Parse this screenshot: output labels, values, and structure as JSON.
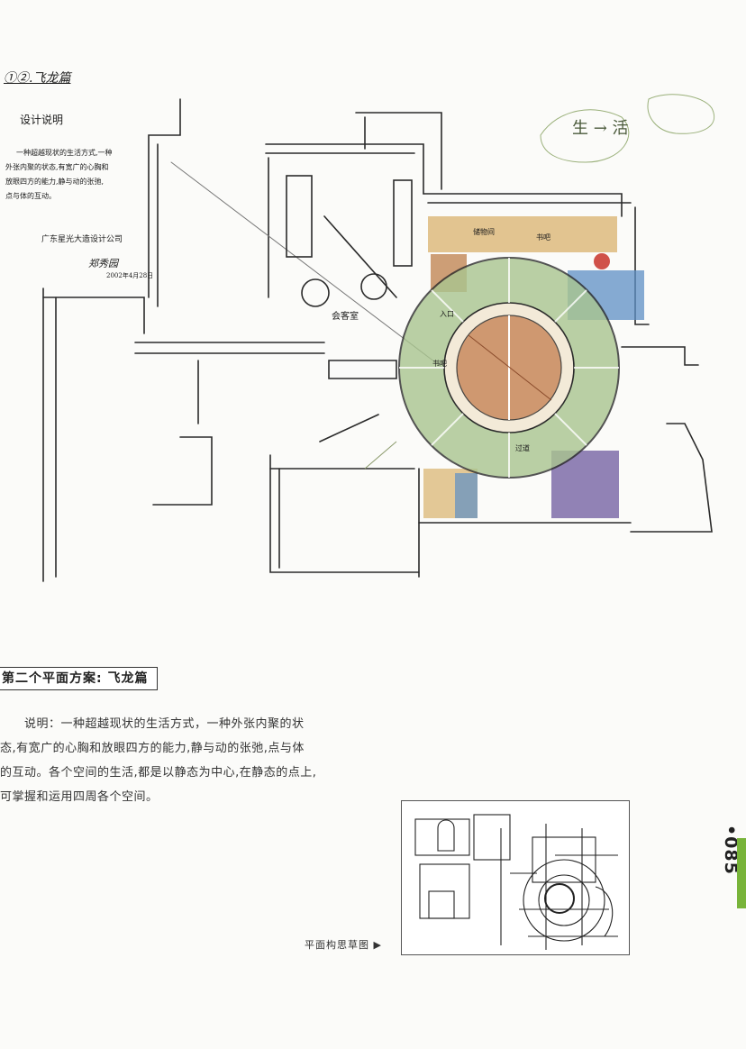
{
  "sketch": {
    "heading": "①②.飞龙篇",
    "notes_title": "设计说明",
    "notes_lines": [
      "一种超越现状的生活方式,一种",
      "外张内聚的状态,有宽广的心胸和",
      "放眼四方的能力,静与动的张弛,",
      "点与体的互动。"
    ],
    "author": "广东星光大造设计公司",
    "signature": "郑秀园",
    "date": "2002年4月28日",
    "corner_note": "生 → 活",
    "rooms": {
      "living": "会客室",
      "study": "书吧",
      "entry": "入口",
      "bar": "书吧",
      "storage": "储物间",
      "corridor": "过道"
    },
    "colors": {
      "ring": "#a9c58f",
      "core": "#c98a5f",
      "ochre": "#d9b26c",
      "blue": "#5d8fc4",
      "purple": "#6e5a9e"
    }
  },
  "section": {
    "title": "第二个平面方案: 飞龙篇",
    "description_lines": [
      "说明：一种超越现状的生活方式，一种外张内聚的状",
      "态,有宽广的心胸和放眼四方的能力,静与动的张弛,点与体",
      "的互动。各个空间的生活,都是以静态为中心,在静态的点上,",
      "可掌握和运用四周各个空间。"
    ]
  },
  "thumbnail": {
    "caption": "平面构思草图 ▶"
  },
  "page": {
    "number": "•085",
    "accent": "#78b43a"
  }
}
